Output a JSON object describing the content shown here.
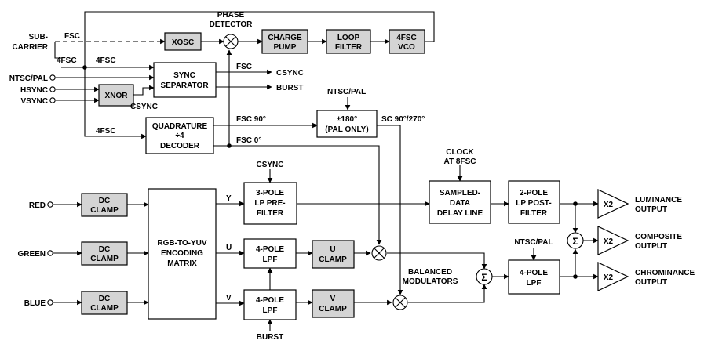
{
  "inputs": {
    "subcarrier": [
      "SUB-",
      "CARRIER"
    ],
    "ntsc_pal": "NTSC/PAL",
    "hsync": "HSYNC",
    "vsync": "VSYNC",
    "red": "RED",
    "green": "GREEN",
    "blue": "BLUE"
  },
  "blocks": {
    "xosc": [
      "XOSC"
    ],
    "charge_pump": [
      "CHARGE",
      "PUMP"
    ],
    "loop_filter": [
      "LOOP",
      "FILTER"
    ],
    "vco": [
      "4FSC",
      "VCO"
    ],
    "xnor": [
      "XNOR"
    ],
    "sync_separator": [
      "SYNC",
      "SEPARATOR"
    ],
    "quadrature_decoder": [
      "QUADRATURE",
      "÷4",
      "DECODER"
    ],
    "pal_switch": [
      "±180°",
      "(PAL ONLY)"
    ],
    "dc_clamp_red": [
      "DC",
      "CLAMP"
    ],
    "dc_clamp_green": [
      "DC",
      "CLAMP"
    ],
    "dc_clamp_blue": [
      "DC",
      "CLAMP"
    ],
    "rgb_yuv_matrix": [
      "RGB-TO-YUV",
      "ENCODING",
      "MATRIX"
    ],
    "y_prefilter": [
      "3-POLE",
      "LP PRE-",
      "FILTER"
    ],
    "u_lpf": [
      "4-POLE",
      "LPF"
    ],
    "v_lpf": [
      "4-POLE",
      "LPF"
    ],
    "u_clamp": [
      "U",
      "CLAMP"
    ],
    "v_clamp": [
      "V",
      "CLAMP"
    ],
    "delay_line": [
      "SAMPLED-",
      "DATA",
      "DELAY LINE"
    ],
    "post_filter": [
      "2-POLE",
      "LP POST-",
      "FILTER"
    ],
    "chroma_lpf": [
      "4-POLE",
      "LPF"
    ]
  },
  "labels": {
    "phase_detector": [
      "PHASE",
      "DETECTOR"
    ],
    "fsc": "FSC",
    "fsc_4x_left": "4FSC",
    "fsc_4x_mid": "4FSC",
    "fsc_4x_low": "4FSC",
    "fsc_sync": "FSC",
    "csync_out": "CSYNC",
    "burst_out": "BURST",
    "csync_xnor": "CSYNC",
    "ntsc_pal_switch": "NTSC/PAL",
    "fsc_90": "FSC 90°",
    "fsc_0": "FSC 0°",
    "sc_90_270": "SC 90°/270°",
    "clock": [
      "CLOCK",
      "AT 8FSC"
    ],
    "csync_prefilter": "CSYNC",
    "y": "Y",
    "u": "U",
    "v": "V",
    "burst_bottom": "BURST",
    "balanced_modulators": [
      "BALANCED",
      "MODULATORS"
    ],
    "ntsc_pal_lpf": "NTSC/PAL",
    "amp_gain": "X2",
    "sum_symbol": "Σ",
    "mult_symbol": "×"
  },
  "outputs": {
    "luminance": [
      "LUMINANCE",
      "OUTPUT"
    ],
    "composite": [
      "COMPOSITE",
      "OUTPUT"
    ],
    "chrominance": [
      "CHROMINANCE",
      "OUTPUT"
    ]
  },
  "colors": {
    "block_fill_gray": "#d4d4d4",
    "line": "#000000"
  }
}
